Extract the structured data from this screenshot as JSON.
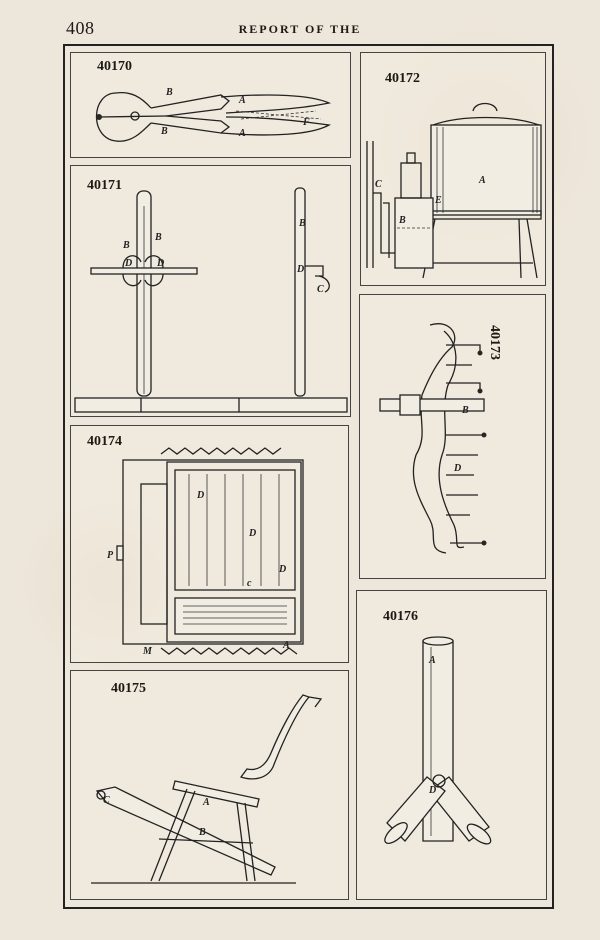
{
  "header": {
    "page_number": "408",
    "running_head": "REPORT OF THE"
  },
  "plates": [
    {
      "patent_number": "40170",
      "labels": [
        "B",
        "B",
        "A",
        "A",
        "F"
      ]
    },
    {
      "patent_number": "40171",
      "labels": [
        "B",
        "B",
        "D",
        "D",
        "B",
        "D",
        "C"
      ]
    },
    {
      "patent_number": "40172",
      "labels": [
        "A",
        "C",
        "B",
        "E"
      ]
    },
    {
      "patent_number": "40173",
      "labels": [
        "B",
        "D"
      ]
    },
    {
      "patent_number": "40174",
      "labels": [
        "D",
        "D",
        "D",
        "P",
        "c",
        "M",
        "A"
      ]
    },
    {
      "patent_number": "40175",
      "labels": [
        "C",
        "A",
        "B"
      ]
    },
    {
      "patent_number": "40176",
      "labels": [
        "A",
        "D"
      ]
    }
  ]
}
